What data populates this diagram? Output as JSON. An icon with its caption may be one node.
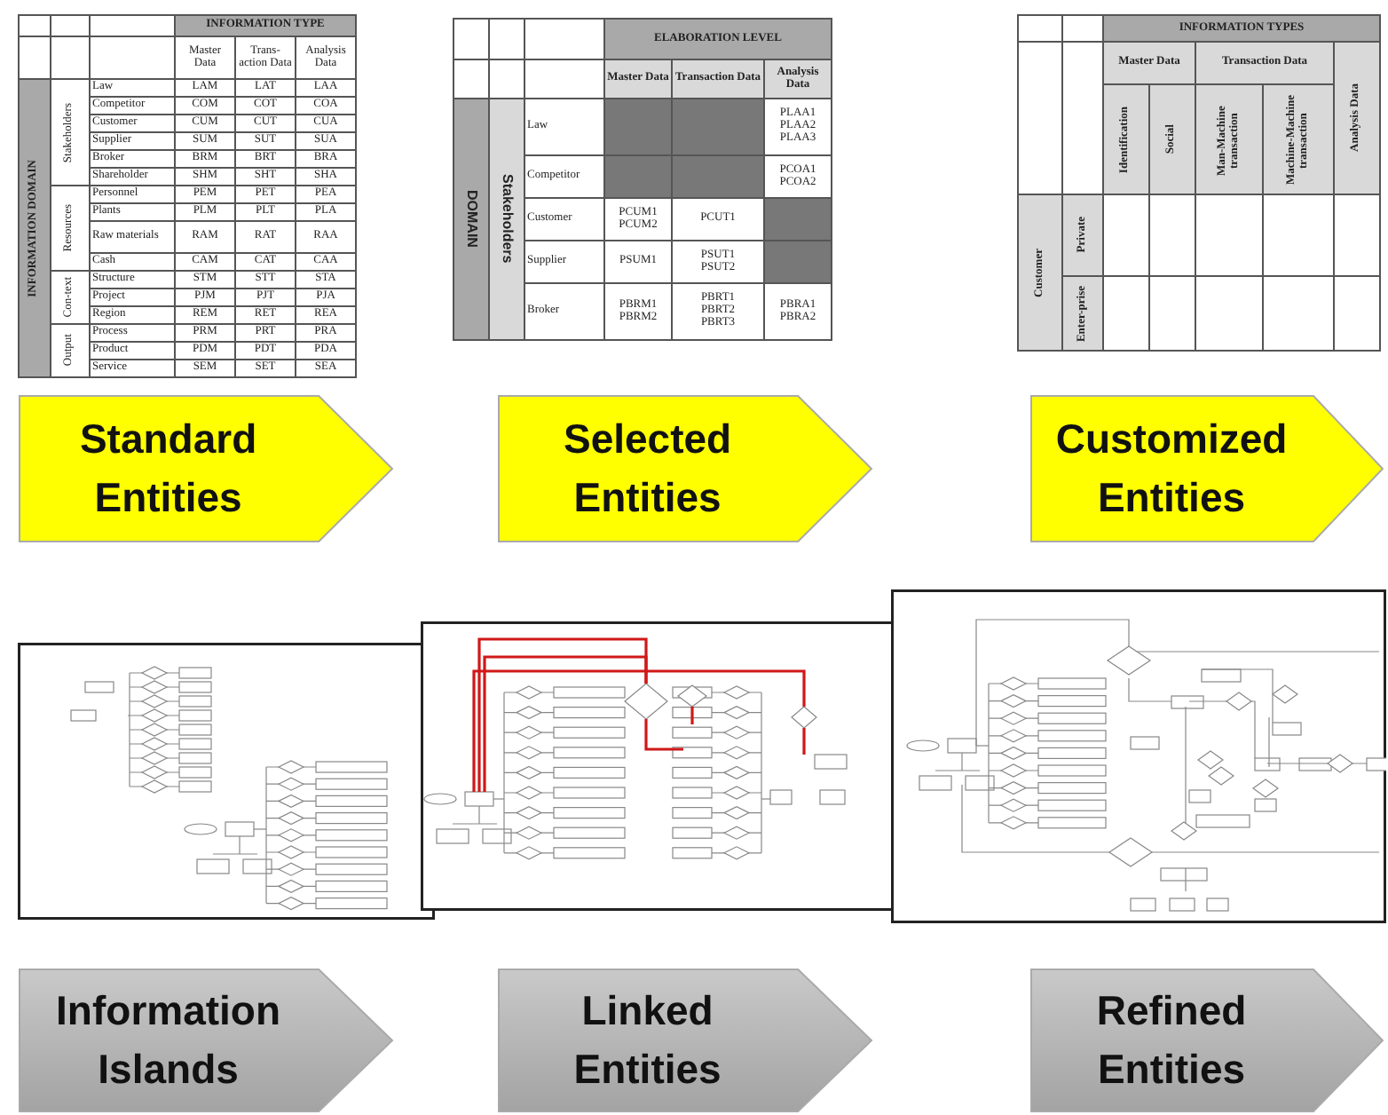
{
  "diagram": {
    "nodes": [
      {
        "text": [
          "Standard Entities"
        ]
      },
      {
        "text": [
          "Selected Entities"
        ]
      },
      {
        "text": [
          "Customized Entities"
        ]
      },
      {
        "text": [
          "Information Islands"
        ]
      },
      {
        "text": [
          "Linked Entities"
        ]
      },
      {
        "text": [
          "Refined Entities"
        ]
      }
    ],
    "labels": [
      "INFORMATION TYPE",
      "Master Data",
      "Trans-action Data",
      "Analysis Data",
      "INFORMATION DOMAIN",
      "Stakeholders",
      "Law",
      "LAM",
      "LAT",
      "LAA",
      "Competitor",
      "COM",
      "COT",
      "COA",
      "Customer",
      "CUM",
      "CUT",
      "CUA",
      "Supplier",
      "SUM",
      "SUT",
      "SUA",
      "Broker",
      "BRM",
      "BRT",
      "BRA",
      "Shareholder",
      "SHM",
      "SHT",
      "SHA",
      "Resources",
      "Personnel",
      "PEM",
      "PET",
      "PEA",
      "Plants",
      "PLM",
      "PLT",
      "PLA",
      "Raw materials",
      "RAM",
      "RAT",
      "RAA",
      "Cash",
      "CAM",
      "CAT",
      "CAA",
      "Con-text",
      "Structure",
      "STM",
      "STT",
      "STA",
      "Project",
      "PJM",
      "PJT",
      "PJA",
      "Region",
      "REM",
      "RET",
      "REA",
      "Output",
      "Process",
      "PRM",
      "PRT",
      "PRA",
      "Product",
      "PDM",
      "PDT",
      "PDA",
      "Service",
      "SEM",
      "SET",
      "SEA",
      "ELABORATION LEVEL",
      "Master Data",
      "Transaction Data",
      "Analysis Data",
      "DOMAIN",
      "Stakeholders",
      "Law",
      "PLAA1",
      "PLAA2",
      "PLAA3",
      "Competitor",
      "PCOA1",
      "PCOA2",
      "Customer",
      "PCUM1",
      "PCUM2",
      "PCUT1",
      "Supplier",
      "PSUM1",
      "PSUT1",
      "PSUT2",
      "Broker",
      "PBRM1",
      "PBRM2",
      "PBRT1",
      "PBRT2",
      "PBRT3",
      "PBRA1",
      "PBRA2",
      "INFORMATION TYPES",
      "Master Data",
      "Transaction Data",
      "Identification",
      "Social",
      "Man-Machine transaction",
      "Machine-Machine transaction",
      "Analysis Data",
      "Customer",
      "Private",
      "Enter-prise"
    ]
  }
}
